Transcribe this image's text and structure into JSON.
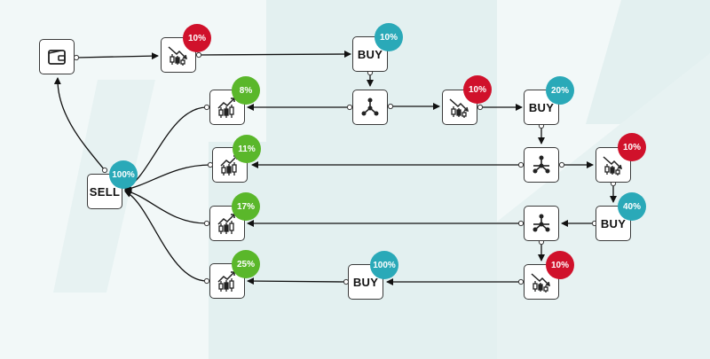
{
  "colors": {
    "background": "#f2f8f8",
    "background_shape": "#e3f0f0",
    "badge_red": "#d0112b",
    "badge_teal": "#2aa9b8",
    "badge_green": "#5ab72a",
    "edge": "#111111"
  },
  "nodes": {
    "wallet": {
      "icon": "wallet-icon"
    },
    "sell": {
      "label": "SELL",
      "badge": "100%"
    },
    "market_down_1": {
      "icon": "candlestick-down-icon",
      "badge": "10%"
    },
    "buy_1": {
      "label": "BUY",
      "badge": "10%"
    },
    "split_1": {
      "icon": "split-icon"
    },
    "market_down_2": {
      "icon": "candlestick-down-icon",
      "badge": "10%"
    },
    "buy_2": {
      "label": "BUY",
      "badge": "20%"
    },
    "split_2": {
      "icon": "split-icon"
    },
    "market_down_3": {
      "icon": "candlestick-down-icon",
      "badge": "10%"
    },
    "buy_3": {
      "label": "BUY",
      "badge": "40%"
    },
    "split_3": {
      "icon": "split-icon"
    },
    "market_down_4": {
      "icon": "candlestick-down-icon",
      "badge": "10%"
    },
    "buy_4": {
      "label": "BUY",
      "badge": "100%"
    },
    "market_up_1": {
      "icon": "candlestick-up-icon",
      "badge": "8%"
    },
    "market_up_2": {
      "icon": "candlestick-up-icon",
      "badge": "11%"
    },
    "market_up_3": {
      "icon": "candlestick-up-icon",
      "badge": "17%"
    },
    "market_up_4": {
      "icon": "candlestick-up-icon",
      "badge": "25%"
    }
  }
}
